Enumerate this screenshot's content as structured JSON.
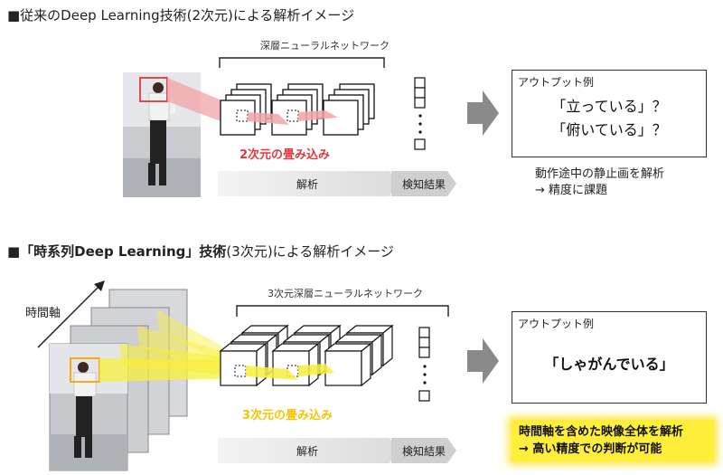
{
  "section1": {
    "heading": "■従来のDeep Learning技術(2次元)による解析イメージ",
    "network_label": "深層ニューラルネットワーク",
    "conv_label": "2次元の畳み込み",
    "analysis_label": "解析",
    "detect_label": "検知結果",
    "output_title": "アウトプット例",
    "output_line1": "「立っている」？",
    "output_line2": "「俯いている」？",
    "note_line1": "動作途中の静止画を解析",
    "note_line2": "→ 精度に課題"
  },
  "section2": {
    "heading_prefix": "■「時系列Deep Learning」技術",
    "heading_suffix": "(3次元)による解析イメージ",
    "time_axis_label": "時間軸",
    "network_label": "3次元深層ニューラルネットワーク",
    "conv_label": "3次元の畳み込み",
    "analysis_label": "解析",
    "detect_label": "検知結果",
    "output_title": "アウトプット例",
    "output_line1": "「しゃがんでいる」",
    "highlight_line1": "時間軸を含めた映像全体を解析",
    "highlight_line2": "→ 高い精度での判断が可能"
  },
  "colors": {
    "conv2d": "#e0393e",
    "conv3d": "#f5c400",
    "highlight": "#ffef3a",
    "arrow": "#8a8a8a"
  }
}
